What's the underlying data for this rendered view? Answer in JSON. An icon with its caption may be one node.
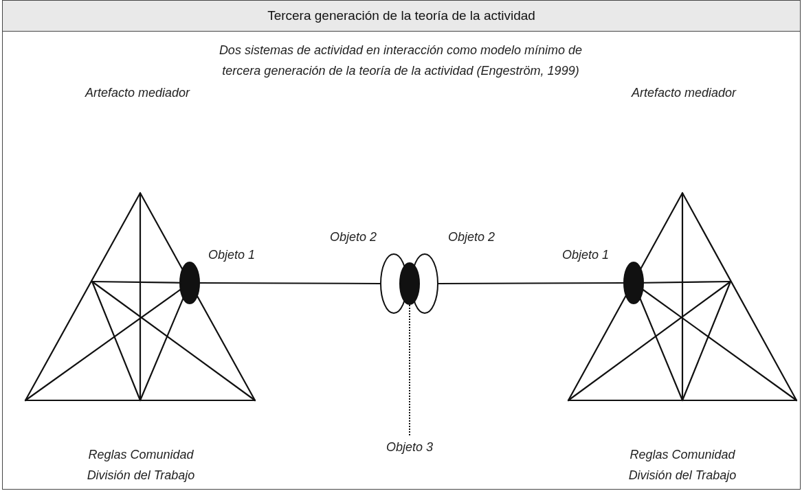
{
  "diagram": {
    "title": "Tercera generación de la teoría de la actividad",
    "caption": "Dos sistemas de actividad en interacción como modelo mínimo de tercera generación de la teoría de la actividad (Engeström, 1999)",
    "nodes": [
      {
        "text": [],
        "shape": "triangle"
      },
      {
        "text": [],
        "shape": "ellipse",
        "in": 0
      },
      {
        "text": [],
        "shape": "ellipse",
        "beside": [
          "Objeto 2"
        ]
      },
      {
        "text": [],
        "shape": "ellipse"
      },
      {
        "text": [],
        "shape": "ellipse",
        "beside": [
          "Objeto 2"
        ]
      },
      {
        "text": [],
        "shape": "ellipse",
        "in": 6
      },
      {
        "text": [],
        "shape": "triangle"
      },
      {
        "text": [
          "Objeto 3"
        ]
      }
    ],
    "edges": [
      {
        "from": 1,
        "to": 2,
        "arrow": "none"
      },
      {
        "from": 4,
        "to": 5,
        "arrow": "none"
      },
      {
        "from": 3,
        "to": 7,
        "arrow": "none",
        "style": "dashed"
      }
    ],
    "labels": [
      "Artefacto mediador",
      "Artefacto mediador",
      "Objeto 1",
      "Objeto 1",
      "Reglas Comunidad División del Trabajo",
      "Reglas Comunidad División del Trabajo"
    ]
  }
}
